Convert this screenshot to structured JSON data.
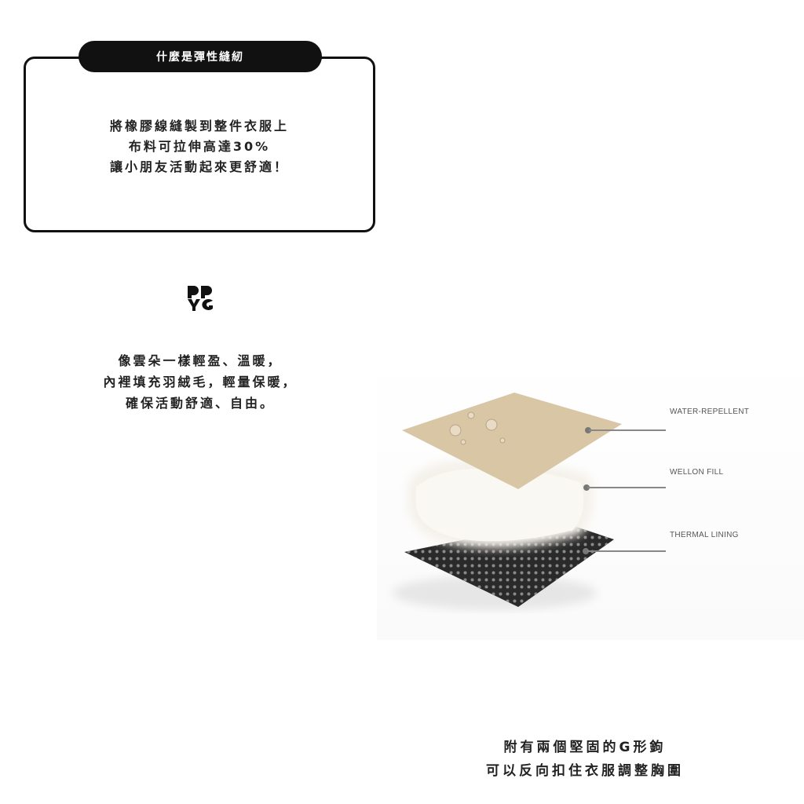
{
  "card": {
    "title": "什麼是彈性縫紉",
    "lines": [
      "將橡膠線縫製到整件衣服上",
      "布料可拉伸高達30%",
      "讓小朋友活動起來更舒適！"
    ]
  },
  "logo": {
    "icon": "brand-logo-icon"
  },
  "middle": {
    "lines": [
      "像雲朵一樣輕盈、溫暖，",
      "內裡填充羽絨毛，輕量保暖，",
      "確保活動舒適、自由。"
    ]
  },
  "diagram": {
    "layers": [
      {
        "label": "WATER-REPELLENT",
        "color": "#d9c6a5"
      },
      {
        "label": "WELLON FILL",
        "color": "#f4f1ea"
      },
      {
        "label": "THERMAL LINING",
        "color": "#2a2a2a"
      }
    ]
  },
  "bottom": {
    "lines": [
      "附有兩個堅固的G形鉤",
      "可以反向扣住衣服調整胸圍"
    ]
  }
}
